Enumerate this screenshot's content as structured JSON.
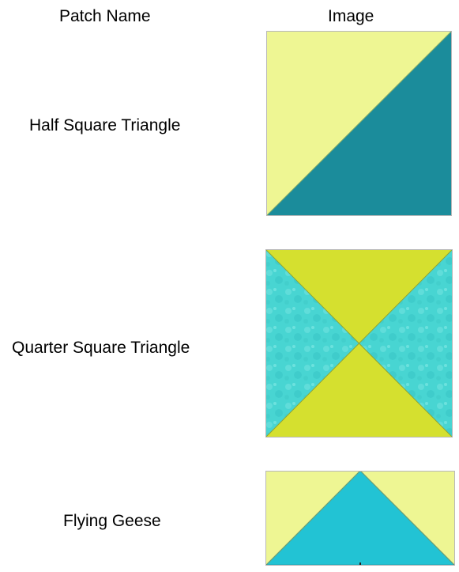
{
  "headers": {
    "name": "Patch Name",
    "image": "Image"
  },
  "patches": [
    {
      "name": "Half Square Triangle",
      "icon": "half-square-triangle",
      "colors": {
        "light": "#eef693",
        "dark": "#1b8c9b"
      }
    },
    {
      "name": "Quarter Square Triangle",
      "icon": "quarter-square-triangle",
      "colors": {
        "top_bottom": "#d5e02f",
        "sides": "#48d5d2"
      }
    },
    {
      "name": "Flying Geese",
      "icon": "flying-geese",
      "colors": {
        "background": "#eef693",
        "goose": "#22c3d4"
      }
    }
  ]
}
